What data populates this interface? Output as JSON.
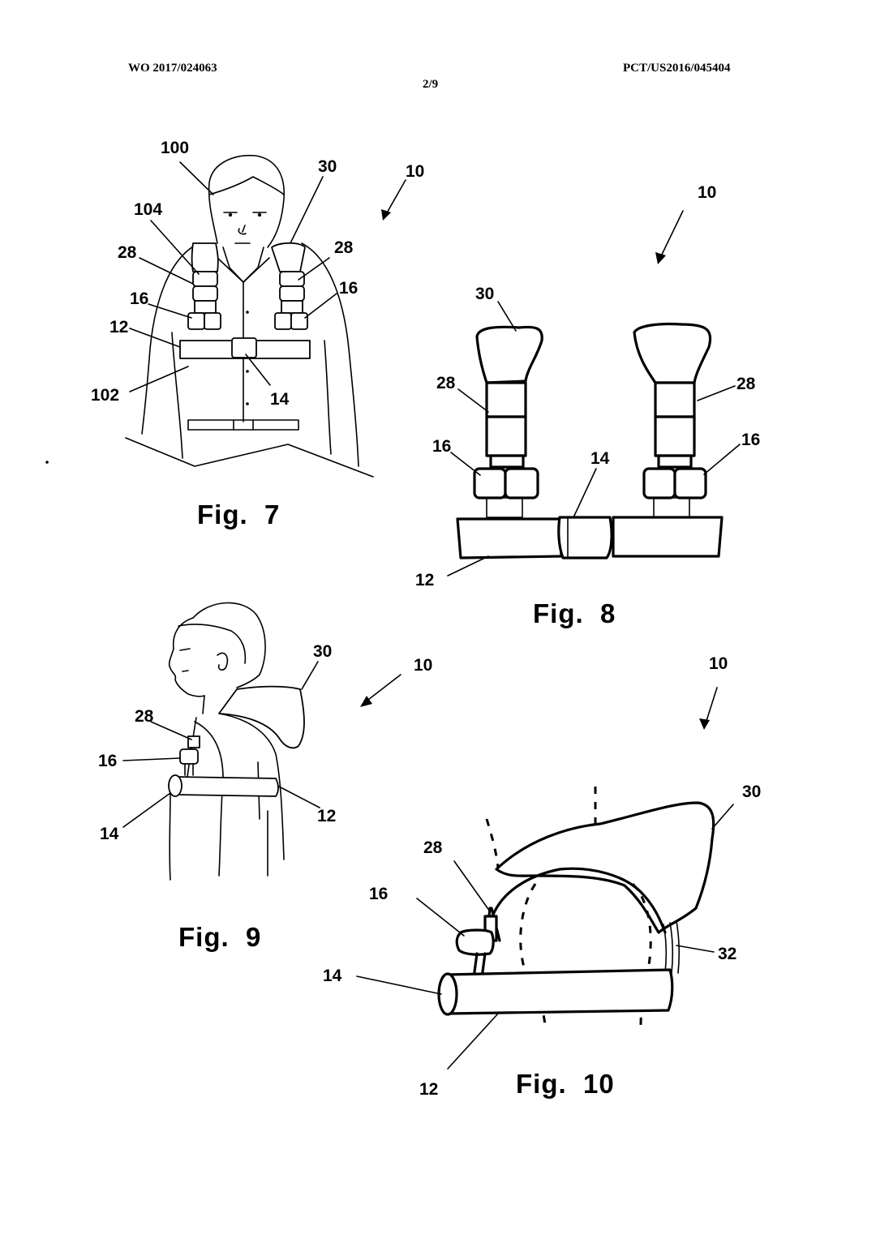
{
  "header": {
    "publication_number": "WO 2017/024063",
    "application_number": "PCT/US2016/045404",
    "sheet": "2/9"
  },
  "figures": {
    "fig7": {
      "caption": "Fig.  7",
      "refs": {
        "r100": "100",
        "r30": "30",
        "r10": "10",
        "r104": "104",
        "r28a": "28",
        "r28b": "28",
        "r16a": "16",
        "r16b": "16",
        "r12": "12",
        "r102": "102",
        "r14": "14"
      }
    },
    "fig8": {
      "caption": "Fig.  8",
      "refs": {
        "r10": "10",
        "r30": "30",
        "r28a": "28",
        "r28b": "28",
        "r16a": "16",
        "r16b": "16",
        "r14": "14",
        "r12": "12"
      }
    },
    "fig9": {
      "caption": "Fig.  9",
      "refs": {
        "r30": "30",
        "r10": "10",
        "r28": "28",
        "r16": "16",
        "r14": "14",
        "r12": "12"
      }
    },
    "fig10": {
      "caption": "Fig.  10",
      "refs": {
        "r10": "10",
        "r30": "30",
        "r28": "28",
        "r16": "16",
        "r32": "32",
        "r14": "14",
        "r12": "12"
      }
    }
  }
}
